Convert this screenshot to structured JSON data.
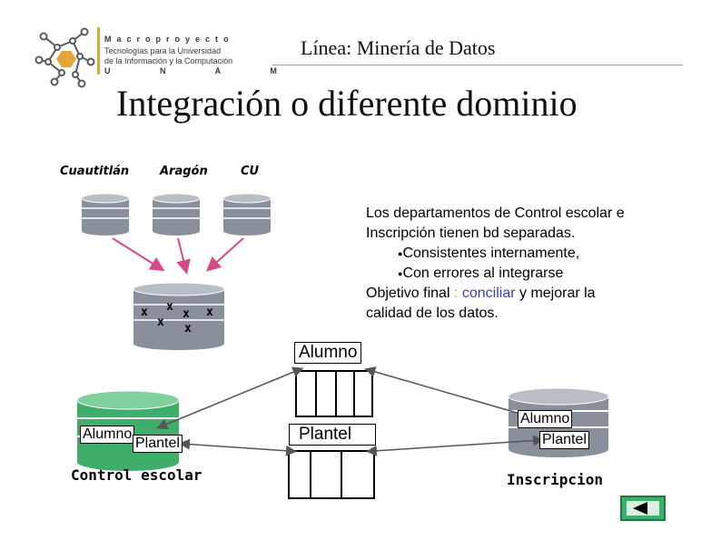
{
  "logo": {
    "line1": "Macroproyecto",
    "line2": "Tecnologías para la Universidad",
    "line3": "de la Información y la Computación",
    "line4": "U N A M"
  },
  "header": {
    "title": "Línea: Minería de Datos"
  },
  "slide": {
    "title": "Integración o diferente dominio"
  },
  "campuses": [
    "Cuautitlán",
    "Aragón",
    "CU"
  ],
  "merged_db": {
    "marks": [
      "x",
      "x",
      "x",
      "x",
      "x",
      "x"
    ]
  },
  "description": {
    "line1": "Los departamentos de Control escolar e",
    "line2": "Inscripción tienen bd separadas.",
    "bullet1": "Consistentes internamente,",
    "bullet2": "Con errores al integrarse",
    "objective_prefix": "Objetivo final",
    "objective_sep": ":",
    "objective_word": "conciliar",
    "objective_suffix": "y mejorar la",
    "line_last": "calidad de los datos."
  },
  "schema": {
    "entity1": "Alumno",
    "entity2": "Plantel"
  },
  "control_db": {
    "label1": "Alumno",
    "label2": "Plantel",
    "caption": "Control escolar"
  },
  "inscripcion_db": {
    "label1": "Alumno",
    "label2": "Plantel",
    "caption": "Inscripcion"
  },
  "colors": {
    "rule": "#c8a24a",
    "accent": "#3b3fbf",
    "db_gray": "#8a8f9c",
    "db_green": "#3fae6b",
    "arrow": "#d64a8a"
  }
}
